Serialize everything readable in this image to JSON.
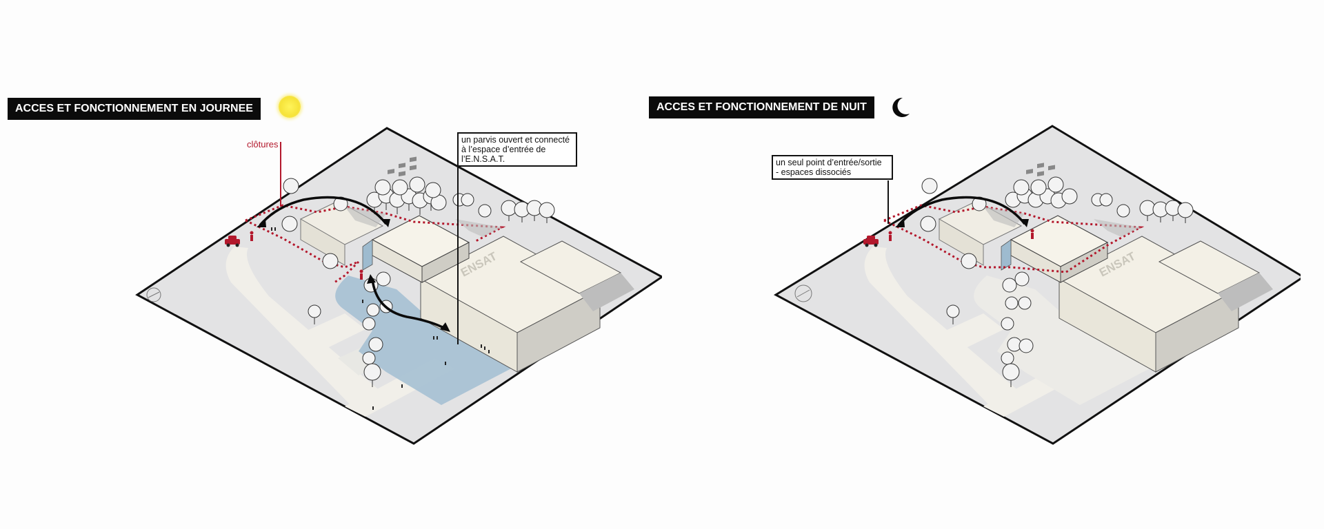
{
  "day_panel": {
    "title": "ACCES ET FONCTIONNEMENT EN JOURNEE",
    "time_icon": "sun-icon",
    "fence_label": "clôtures",
    "annotation": "un parvis ouvert et connecté\nà l’espace d’entrée de\nl’E.N.S.A.T.",
    "building_label": "ENSAT"
  },
  "night_panel": {
    "title": "ACCES ET FONCTIONNEMENT DE NUIT",
    "time_icon": "moon-icon",
    "annotation": "un seul point d’entrée/sortie\n- espaces dissociés",
    "building_label": "ENSAT"
  },
  "colors": {
    "fence": "#b3182c",
    "forecourt": "#a9c2d4",
    "ground": "#e3e3e4",
    "title_bg": "#0b0b0b"
  }
}
